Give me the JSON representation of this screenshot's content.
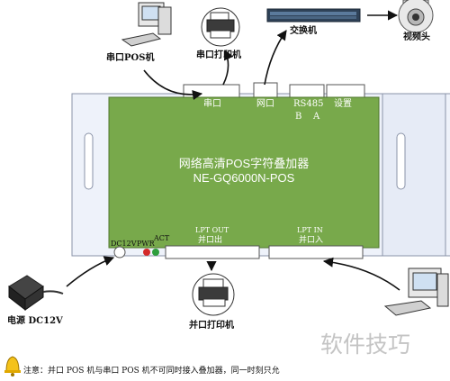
{
  "devices": {
    "serial_pos": "串口POS机",
    "serial_printer": "串口打印机",
    "switch": "交换机",
    "camera": "视频头",
    "power": "电源  DC12V",
    "parallel_printer": "并口打印机"
  },
  "box": {
    "title_line1": "网络高清POS字符叠加器",
    "title_line2": "NE-GQ6000N-POS",
    "port_serial": "串口",
    "port_network": "网口",
    "port_rs485": "RS485",
    "port_rs485_b": "B",
    "port_rs485_a": "A",
    "port_settings": "设置",
    "port_dc12v": "DC12V",
    "led_pwr": "PWR",
    "led_act": "ACT",
    "lpt_out_en": "LPT  OUT",
    "lpt_out_cn": "并口出",
    "lpt_in_en": "LPT  IN",
    "lpt_in_cn": "并口入"
  },
  "note": "注意：并口 POS 机与串口 POS 机不可同时接入叠加器，同一时刻只允",
  "watermark": "软件技巧",
  "colors": {
    "panel": "#78a94b",
    "frame": "#eef2fa",
    "arrow": "#111111"
  }
}
